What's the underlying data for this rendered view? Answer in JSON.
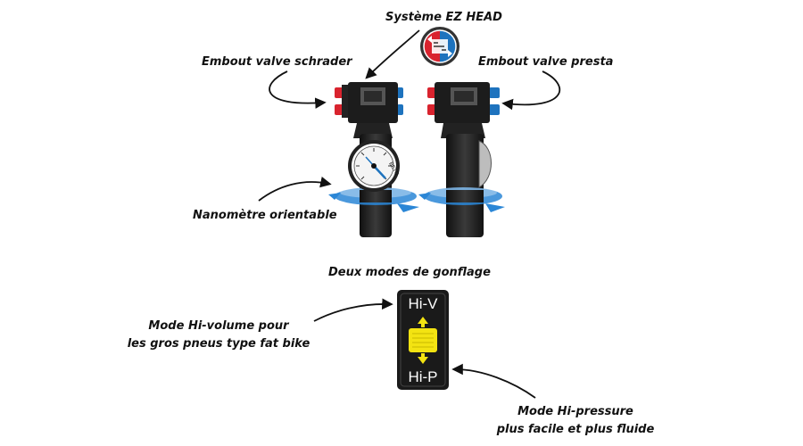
{
  "labels": {
    "ez_head": "Système EZ HEAD",
    "schrader": "Embout valve schrader",
    "presta": "Embout valve presta",
    "gauge": "Nanomètre orientable",
    "modes_title": "Deux modes de gonflage",
    "hi_volume_line1": "Mode Hi-volume pour",
    "hi_volume_line2": "les gros pneus type fat bike",
    "hi_pressure_line1": "Mode Hi-pressure",
    "hi_pressure_line2": "plus facile et plus fluide"
  },
  "switch": {
    "top": "Hi-V",
    "bottom": "Hi-P"
  },
  "gauge_brand": "BETO",
  "colors": {
    "red": "#d9232e",
    "blue": "#1e73be",
    "rotate_arrow": "#2a86d6",
    "slider": "#f3e312",
    "body": "#1f1f1f"
  }
}
